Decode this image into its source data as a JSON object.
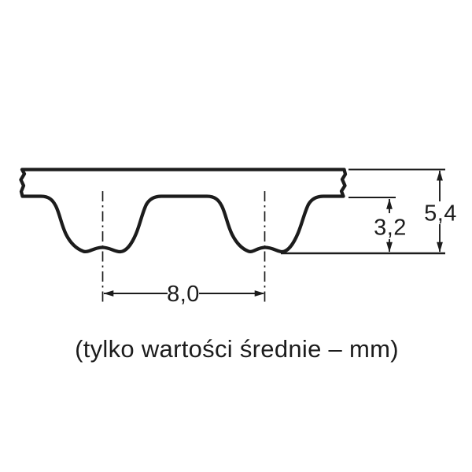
{
  "colors": {
    "line": "#1c1c1c",
    "background": "#ffffff"
  },
  "diagram": {
    "type": "timing-belt-tooth-profile-cross-section",
    "dimensions": {
      "pitch": {
        "label": "8,0",
        "meaning": "tooth pitch between centerlines"
      },
      "tooth_height": {
        "label": "3,2",
        "meaning": "tooth depth from land to tip line"
      },
      "belt_thickness": {
        "label": "5,4",
        "meaning": "total belt thickness"
      }
    },
    "caption": "(tylko wartości średnie – mm)"
  }
}
